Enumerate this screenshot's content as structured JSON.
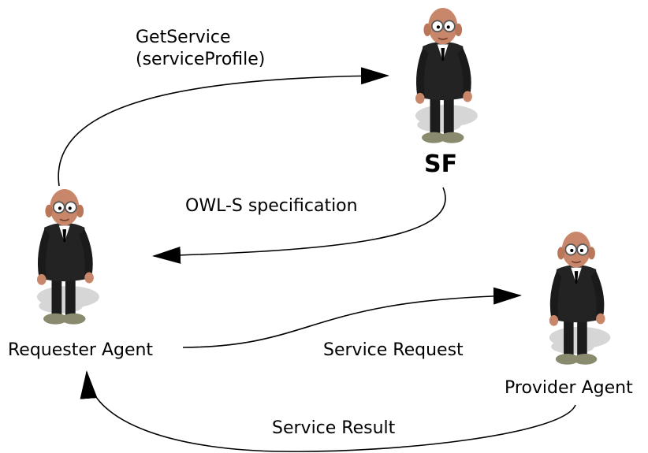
{
  "agents": {
    "sf": {
      "name": "SF"
    },
    "requester": {
      "name": "Requester Agent"
    },
    "provider": {
      "name": "Provider Agent"
    }
  },
  "edges": {
    "get_service": {
      "label_line1": "GetService",
      "label_line2": "(serviceProfile)"
    },
    "owl_spec": {
      "label": "OWL-S specification"
    },
    "service_request": {
      "label": "Service Request"
    },
    "service_result": {
      "label": "Service Result"
    }
  },
  "colors": {
    "suit": "#1e1e1e",
    "skin": "#c8876a",
    "shadow": "#d8d8d8",
    "arrow": "#000000"
  },
  "icons": {
    "agent": "agent-figure-icon"
  }
}
